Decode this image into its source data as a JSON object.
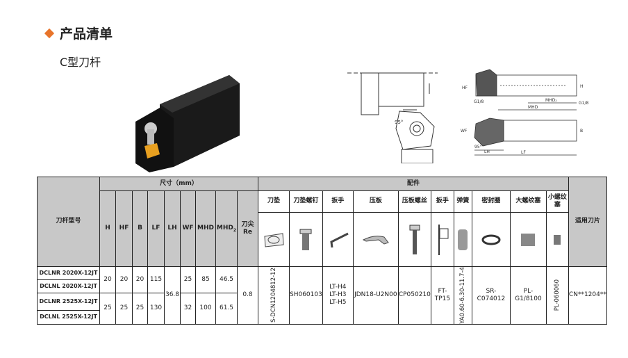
{
  "header": {
    "title": "产品清单",
    "subtitle": "C型刀杆"
  },
  "drawing_labels": [
    "HF",
    "H",
    "G1/8",
    "MHD",
    "MHD₂",
    "G1/8",
    "WF",
    "B",
    "95°",
    "LH",
    "LF",
    "95°"
  ],
  "table": {
    "model_header": "刀杆型号",
    "dims_header": "尺寸（mm）",
    "dims_cols": [
      "H",
      "HF",
      "B",
      "LF",
      "LH",
      "WF",
      "MHD",
      "MHD",
      "刀尖 Re"
    ],
    "mhd2_sub": "2",
    "acc_header": "配件",
    "acc_cols": [
      "刀垫",
      "刀垫螺钉",
      "扳手",
      "压板",
      "压板螺丝",
      "扳手",
      "弹簧",
      "密封圈",
      "大螺纹塞",
      "小螺纹塞"
    ],
    "insert_header": "适用刀片",
    "rows": [
      {
        "model": "DCLNR 2020X-12JT"
      },
      {
        "model": "DCLNL 2020X-12JT"
      },
      {
        "model": "DCLNR 2525X-12JT"
      },
      {
        "model": "DCLNL 2525X-12JT"
      }
    ],
    "groupA": {
      "H": "20",
      "HF": "20",
      "B": "20",
      "LF": "115",
      "WF": "25",
      "MHD": "85",
      "MHD2": "46.5"
    },
    "groupB": {
      "H": "25",
      "HF": "25",
      "B": "25",
      "LF": "130",
      "WF": "32",
      "MHD": "100",
      "MHD2": "61.5"
    },
    "LH": "36.8",
    "Re": "0.8",
    "acc": {
      "shim": "S-DCN1204812-12",
      "shim_screw": "SH060103",
      "wrench": [
        "LT-H4",
        "LT-H3",
        "LT-H5"
      ],
      "clamp": "JDN18-U2N00",
      "clamp_screw": "CP050210",
      "wrench2": "FT-TP15",
      "spring": "YA0.60-6.30-11.7-4",
      "seal": "SR-C074012",
      "big_plug": "PL-G1/8100",
      "small_plug": "PL-060060",
      "insert": "CN**1204**"
    }
  }
}
